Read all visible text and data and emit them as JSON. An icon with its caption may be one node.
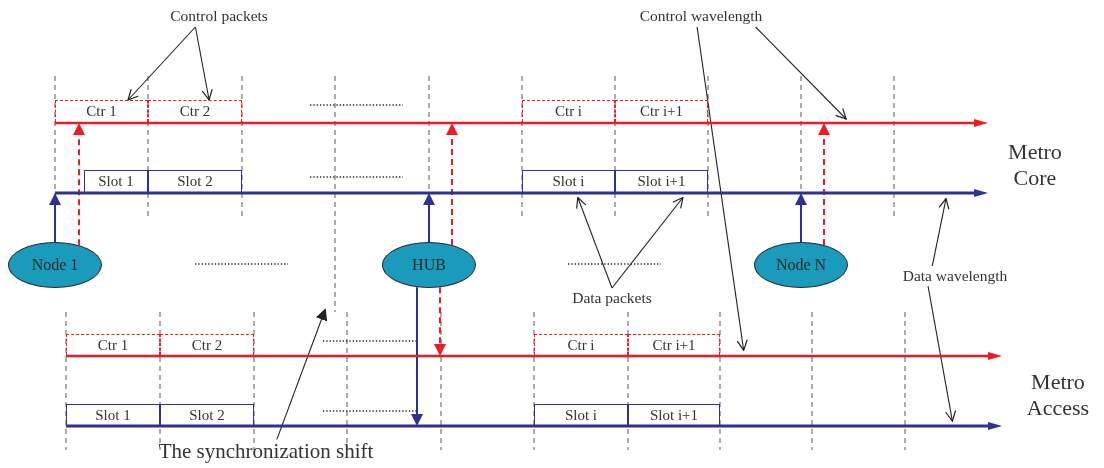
{
  "diagram": {
    "nodes": [
      {
        "text": [
          "Control packets"
        ]
      },
      {
        "text": [
          "Control wavelength"
        ]
      },
      {
        "text": [
          "Ctr 1"
        ]
      },
      {
        "text": [
          "Ctr 2"
        ]
      },
      {
        "text": [
          "Ctr i"
        ]
      },
      {
        "text": [
          "Ctr i+1"
        ]
      },
      {
        "text": [
          "Slot 1"
        ]
      },
      {
        "text": [
          "Slot 2"
        ]
      },
      {
        "text": [
          "Slot i"
        ]
      },
      {
        "text": [
          "Slot i+1"
        ]
      },
      {
        "text": [
          "Metro Core"
        ]
      },
      {
        "text": [
          "Node 1"
        ]
      },
      {
        "text": [
          "HUB"
        ]
      },
      {
        "text": [
          "Node N"
        ]
      },
      {
        "text": [
          "Data packets"
        ]
      },
      {
        "text": [
          "Data wavelength"
        ]
      },
      {
        "text": [
          "Ctr 1"
        ]
      },
      {
        "text": [
          "Ctr 2"
        ]
      },
      {
        "text": [
          "Ctr i"
        ]
      },
      {
        "text": [
          "Ctr i+1"
        ]
      },
      {
        "text": [
          "Slot 1"
        ]
      },
      {
        "text": [
          "Slot 2"
        ]
      },
      {
        "text": [
          "Slot i"
        ]
      },
      {
        "text": [
          "Slot i+1"
        ]
      },
      {
        "text": [
          "Metro Access"
        ]
      },
      {
        "text": [
          "The synchronization shift"
        ]
      },
      {
        "text": [],
        "shape": "bar"
      },
      {
        "text": [],
        "shape": "bar"
      },
      {
        "text": [],
        "shape": "bar"
      },
      {
        "text": [],
        "shape": "bar"
      }
    ],
    "edges": [
      {
        "from": 11,
        "to": 27,
        "arrow": "to",
        "color": "#2e3192"
      },
      {
        "from": 11,
        "to": 26,
        "arrow": "to",
        "style": "dashed",
        "color": "#ed1c24"
      },
      {
        "from": 12,
        "to": 27,
        "arrow": "to",
        "color": "#2e3192"
      },
      {
        "from": 12,
        "to": 26,
        "arrow": "to",
        "style": "dashed",
        "color": "#ed1c24"
      },
      {
        "from": 12,
        "to": 29,
        "arrow": "to",
        "color": "#2e3192"
      },
      {
        "from": 12,
        "to": 28,
        "arrow": "to",
        "style": "dashed",
        "color": "#ed1c24"
      },
      {
        "from": 13,
        "to": 27,
        "arrow": "to",
        "color": "#2e3192"
      },
      {
        "from": 13,
        "to": 26,
        "arrow": "to",
        "style": "dashed",
        "color": "#ed1c24"
      },
      {
        "from": 0,
        "to": 2,
        "arrow": "to"
      },
      {
        "from": 0,
        "to": 3,
        "arrow": "to"
      },
      {
        "from": 1,
        "to": 26,
        "arrow": "to"
      },
      {
        "from": 1,
        "to": 28,
        "arrow": "to"
      },
      {
        "from": 14,
        "to": 8,
        "arrow": "to"
      },
      {
        "from": 14,
        "to": 9,
        "arrow": "to"
      },
      {
        "from": 15,
        "to": 27,
        "arrow": "to"
      },
      {
        "from": 15,
        "to": 29,
        "arrow": "to"
      },
      {
        "from": 25,
        "to": null,
        "arrow": "to"
      }
    ]
  }
}
